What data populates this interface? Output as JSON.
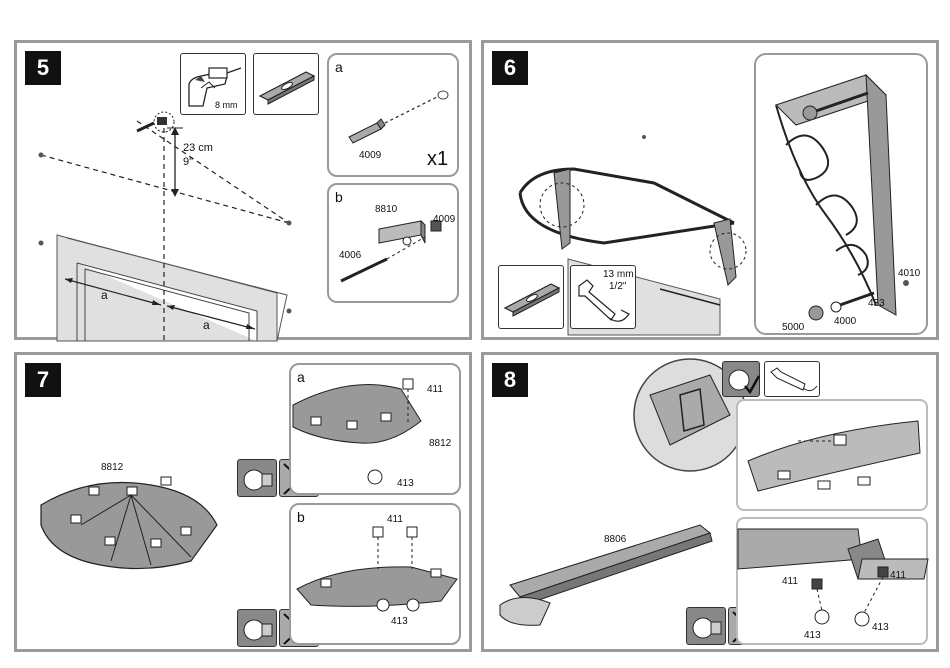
{
  "steps": [
    {
      "number": "5"
    },
    {
      "number": "6"
    },
    {
      "number": "7"
    },
    {
      "number": "8"
    }
  ],
  "step5": {
    "drill_size": "8 mm",
    "height_cm": "23 cm",
    "height_in": "9\"",
    "dim_a1": "a",
    "dim_a2": "a",
    "sub_a": {
      "letter": "a",
      "part": "4009",
      "qty": "x1"
    },
    "sub_b": {
      "letter": "b",
      "part_bracket": "8810",
      "part_cap": "4009",
      "part_screw": "4006"
    }
  },
  "step6": {
    "wrench_mm": "13 mm",
    "wrench_in": "1/2\"",
    "parts": {
      "p4010": "4010",
      "p433": "433",
      "p4000": "4000",
      "p5000": "5000"
    }
  },
  "step7": {
    "main_part": "8812",
    "sub_a": {
      "letter": "a",
      "bolt": "411",
      "plate": "8812",
      "nut": "413"
    },
    "sub_b": {
      "letter": "b",
      "bolt": "411",
      "nut": "413"
    }
  },
  "step8": {
    "profile": "8806",
    "bolt_left": "411",
    "bolt_right": "411",
    "nut_left": "413",
    "nut_right": "413"
  }
}
